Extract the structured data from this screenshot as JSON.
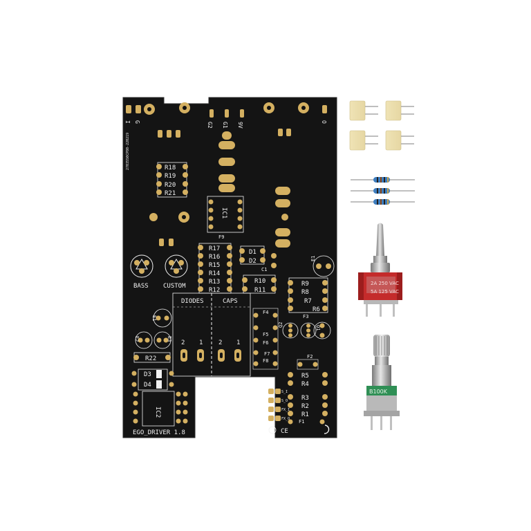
{
  "board": {
    "label": "EGO_DRIVER 1.8",
    "serial": "2703550CP80-220219",
    "colors": {
      "pcb": "#141414",
      "gold": "#d4b061",
      "silk": "#f2f2f2"
    },
    "jacks": {
      "in": "I",
      "g": "G",
      "g2": "G2",
      "g1": "G1",
      "v9": "9V",
      "out": "O"
    },
    "resistors_left": [
      "R18",
      "R19",
      "R20",
      "R21"
    ],
    "resistors_center": [
      "R17",
      "R16",
      "R15",
      "R14",
      "R13",
      "R12"
    ],
    "diodes_top": [
      "D1",
      "D2"
    ],
    "caps_mid": [
      "C1"
    ],
    "resistors_mid": [
      "R10",
      "R11"
    ],
    "resistors_right": [
      "R9",
      "R8",
      "R7",
      "R6"
    ],
    "resistors_lower_right": [
      "R5",
      "R4",
      "R3",
      "R2",
      "R1"
    ],
    "films": [
      "F9",
      "F4",
      "F5",
      "F6",
      "F7",
      "F8",
      "F3",
      "F2",
      "F1"
    ],
    "ic1": "IC1",
    "ic2": "IC2",
    "pot_bass": "BASS",
    "pot_custom": "CUSTOM",
    "socket_diodes": "DIODES",
    "socket_caps": "CAPS",
    "socket_pins": [
      "2",
      "1",
      "2",
      "1"
    ],
    "r22": "R22",
    "diodes_bottom": [
      "D3",
      "D4"
    ],
    "q1": "Q1",
    "q2": "Q2",
    "e1": "E1",
    "e2": "E2",
    "e3": "E3",
    "header_labels": [
      "S_I",
      "S_O",
      "FX_I",
      "FX_O"
    ]
  },
  "switch": {
    "rating_top": "2A 250 VAC",
    "rating_bottom": "5A 125 VAC"
  },
  "potentiometer": {
    "marking": "B100K"
  }
}
